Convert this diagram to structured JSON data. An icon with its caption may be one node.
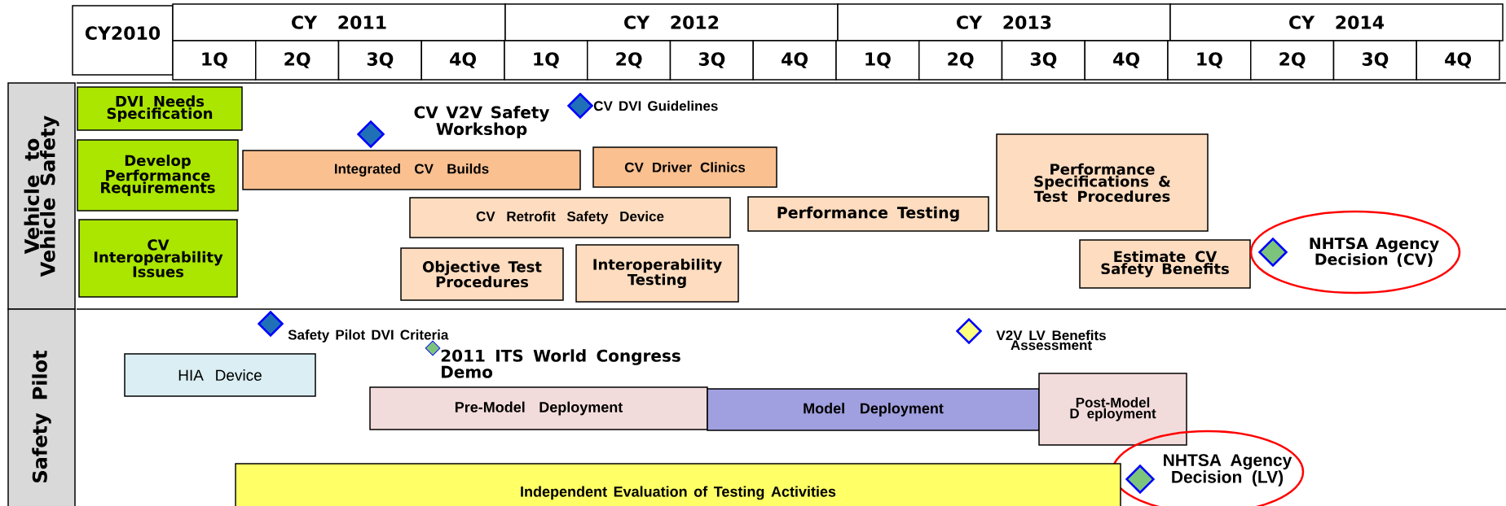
{
  "diagram": {
    "nodes": [
      {
        "text": [
          "CY2010"
        ]
      },
      {
        "text": [
          "CY 2011"
        ]
      },
      {
        "text": [
          "CY 2012"
        ]
      },
      {
        "text": [
          "CY 2013"
        ]
      },
      {
        "text": [
          "CY 2014"
        ]
      },
      {
        "text": [
          "1Q"
        ]
      },
      {
        "text": [
          "2Q"
        ]
      },
      {
        "text": [
          "3Q"
        ]
      },
      {
        "text": [
          "4Q"
        ]
      },
      {
        "text": [
          "1Q"
        ]
      },
      {
        "text": [
          "2Q"
        ]
      },
      {
        "text": [
          "3Q"
        ]
      },
      {
        "text": [
          "4Q"
        ]
      },
      {
        "text": [
          "1Q"
        ]
      },
      {
        "text": [
          "2Q"
        ]
      },
      {
        "text": [
          "3Q"
        ]
      },
      {
        "text": [
          "4Q"
        ]
      },
      {
        "text": [
          "1Q"
        ]
      },
      {
        "text": [
          "2Q"
        ]
      },
      {
        "text": [
          "3Q"
        ]
      },
      {
        "text": [
          "4Q"
        ]
      },
      {
        "text": [
          "Vehicle to Vehicle Safety"
        ]
      },
      {
        "text": [
          "DVI Needs Specification"
        ]
      },
      {
        "text": [
          "Develop Performance Requirements"
        ]
      },
      {
        "text": [
          "CV Interoperability Issues"
        ]
      },
      {
        "text": [],
        "shape": "diamond",
        "beside": [
          "CV DVI Guidelines"
        ]
      },
      {
        "text": [],
        "shape": "diamond"
      },
      {
        "text": [
          "Integrated CV Builds"
        ]
      },
      {
        "text": [
          "CV Driver Clinics"
        ]
      },
      {
        "text": [
          "Performance Specifications & Test Procedures"
        ]
      },
      {
        "text": [
          "CV Retrofit Safety Device"
        ]
      },
      {
        "text": [
          "Performance Testing"
        ]
      },
      {
        "text": [
          "Objective Test Procedures"
        ]
      },
      {
        "text": [
          "Interoperability Testing"
        ]
      },
      {
        "text": [
          "Estimate CV Safety Benefits"
        ]
      },
      {
        "text": [
          "NHTSA Agency Decision (CV)"
        ]
      },
      {
        "text": [],
        "shape": "diamond",
        "in": 35
      },
      {
        "text": [
          "Safety Pilot"
        ]
      },
      {
        "text": [],
        "shape": "diamond",
        "beside": [
          "Safety Pilot DVI Criteria"
        ]
      },
      {
        "text": [],
        "shape": "diamond",
        "beside": [
          "V2V LV Benefits Assessment"
        ]
      },
      {
        "text": [],
        "shape": "diamond",
        "beside": [
          "2011 ITS World Congress Demo"
        ]
      },
      {
        "text": [
          "HIA Device"
        ]
      },
      {
        "text": [
          "Pre-Model Deployment"
        ]
      },
      {
        "text": [
          "Model Deployment"
        ]
      },
      {
        "text": [
          "Post-Model D eployment"
        ]
      },
      {
        "text": [
          "NHTSA Agency Decision (LV)"
        ]
      },
      {
        "text": [],
        "shape": "diamond",
        "in": 45
      },
      {
        "text": [
          "Independent Evaluation of Testing Activities"
        ]
      }
    ],
    "labels": [
      "CV V2V Safety Workshop"
    ]
  }
}
